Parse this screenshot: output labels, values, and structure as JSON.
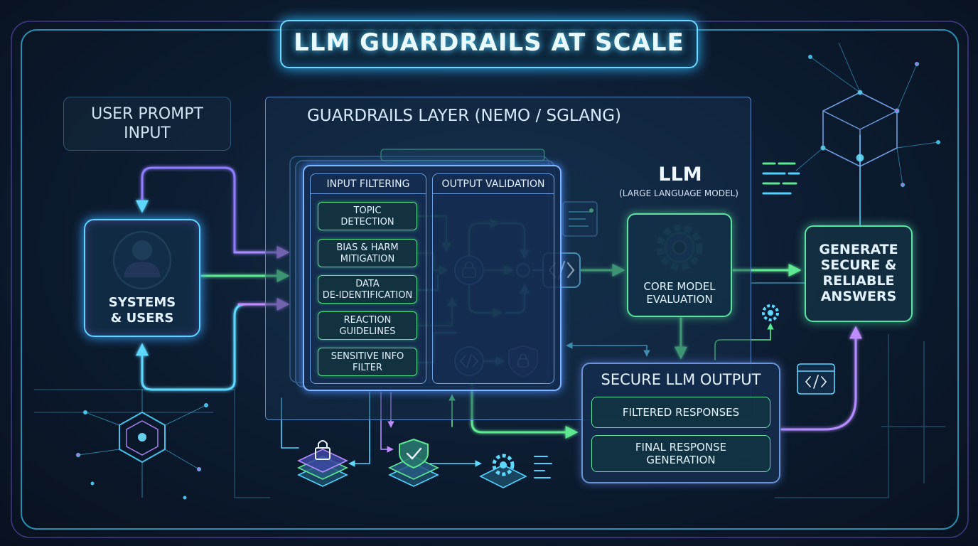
{
  "title": "LLM GUARDRAILS AT SCALE",
  "user_prompt": {
    "line1": "USER PROMPT",
    "line2": "INPUT"
  },
  "systems_users": {
    "line1": "SYSTEMS",
    "line2": "& USERS"
  },
  "guardrails_layer": {
    "title": "GUARDRAILS LAYER (NEMO / SGLANG)"
  },
  "input_filtering": {
    "header": "INPUT FILTERING",
    "items": [
      {
        "line1": "TOPIC",
        "line2": "DETECTION"
      },
      {
        "line1": "BIAS & HARM",
        "line2": "MITIGATION"
      },
      {
        "line1": "DATA",
        "line2": "DE-IDENTIFICATION"
      },
      {
        "line1": "REACTION",
        "line2": "GUIDELINES"
      },
      {
        "line1": "SENSITIVE INFO",
        "line2": "FILTER"
      }
    ]
  },
  "output_validation": {
    "header": "OUTPUT VALIDATION"
  },
  "llm": {
    "title": "LLM",
    "subtitle": "(LARGE LANGUAGE MODEL)",
    "core_line1": "CORE MODEL",
    "core_line2": "EVALUATION"
  },
  "generate": {
    "line1": "GENERATE",
    "line2": "SECURE &",
    "line3": "RELIABLE",
    "line4": "ANSWERS"
  },
  "secure_output": {
    "title": "SECURE LLM OUTPUT",
    "item1": "FILTERED RESPONSES",
    "item2_line1": "FINAL RESPONSE",
    "item2_line2": "GENERATION"
  },
  "colors": {
    "cyan": "#4fd4ff",
    "green": "#58e58c",
    "violet": "#b58cff",
    "background": "#0a1424"
  }
}
